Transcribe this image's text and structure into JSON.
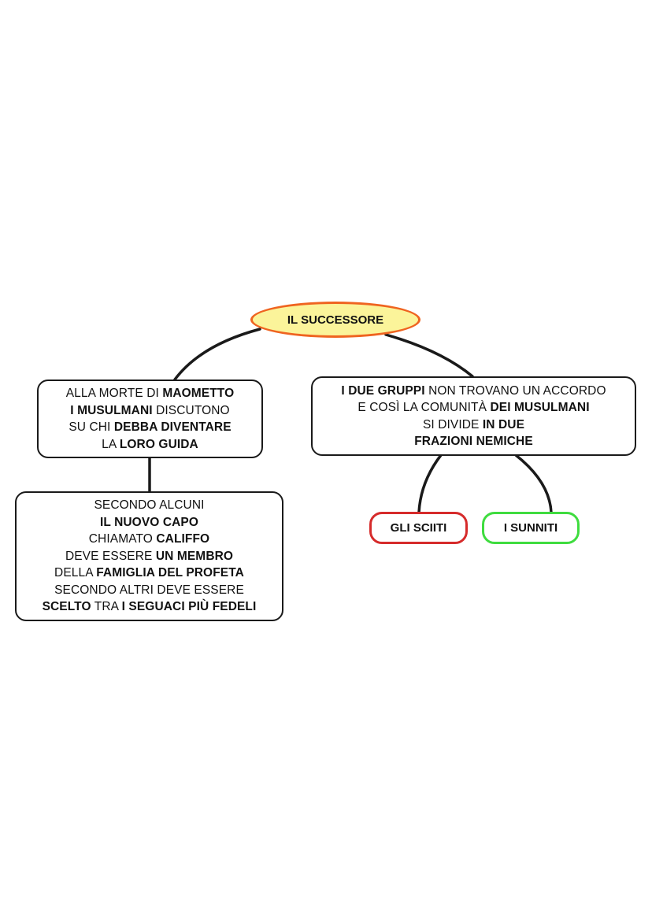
{
  "colors": {
    "root_fill": "#fbf49a",
    "root_border": "#ef6420",
    "box_border": "#1a1a1a",
    "connector": "#1a1a1a",
    "sciiti_border": "#d62b2b",
    "sunniti_border": "#3fdc3f"
  },
  "diagram": {
    "root": {
      "label": "IL SUCCESSORE"
    },
    "left_box": {
      "lines": [
        [
          {
            "text": "ALLA MORTE DI ",
            "bold": false
          },
          {
            "text": "MAOMETTO",
            "bold": true
          }
        ],
        [
          {
            "text": "I MUSULMANI",
            "bold": true
          },
          {
            "text": " DISCUTONO",
            "bold": false
          }
        ],
        [
          {
            "text": "SU CHI ",
            "bold": false
          },
          {
            "text": "DEBBA DIVENTARE",
            "bold": true
          }
        ],
        [
          {
            "text": "LA ",
            "bold": false
          },
          {
            "text": "LORO GUIDA",
            "bold": true
          }
        ]
      ]
    },
    "right_box": {
      "lines": [
        [
          {
            "text": "I DUE GRUPPI",
            "bold": true
          },
          {
            "text": " NON TROVANO UN ACCORDO",
            "bold": false
          }
        ],
        [
          {
            "text": "E COSÌ LA COMUNITÀ ",
            "bold": false
          },
          {
            "text": "DEI MUSULMANI",
            "bold": true
          }
        ],
        [
          {
            "text": "SI DIVIDE ",
            "bold": false
          },
          {
            "text": "IN DUE",
            "bold": true
          }
        ],
        [
          {
            "text": "FRAZIONI NEMICHE",
            "bold": true
          }
        ]
      ]
    },
    "bottom_box": {
      "lines": [
        [
          {
            "text": "SECONDO ALCUNI",
            "bold": false
          }
        ],
        [
          {
            "text": "IL NUOVO CAPO",
            "bold": true
          }
        ],
        [
          {
            "text": "CHIAMATO ",
            "bold": false
          },
          {
            "text": "CALIFFO",
            "bold": true
          }
        ],
        [
          {
            "text": "DEVE ESSERE ",
            "bold": false
          },
          {
            "text": "UN MEMBRO",
            "bold": true
          }
        ],
        [
          {
            "text": "DELLA ",
            "bold": false
          },
          {
            "text": "FAMIGLIA DEL PROFETA",
            "bold": true
          }
        ],
        [
          {
            "text": "SECONDO ALTRI DEVE ESSERE",
            "bold": false
          }
        ],
        [
          {
            "text": "SCELTO",
            "bold": true
          },
          {
            "text": " TRA ",
            "bold": false
          },
          {
            "text": "I SEGUACI PIÙ FEDELI",
            "bold": true
          }
        ]
      ]
    },
    "sciiti": {
      "label": "GLI SCIITI"
    },
    "sunniti": {
      "label": "I SUNNITI"
    }
  }
}
